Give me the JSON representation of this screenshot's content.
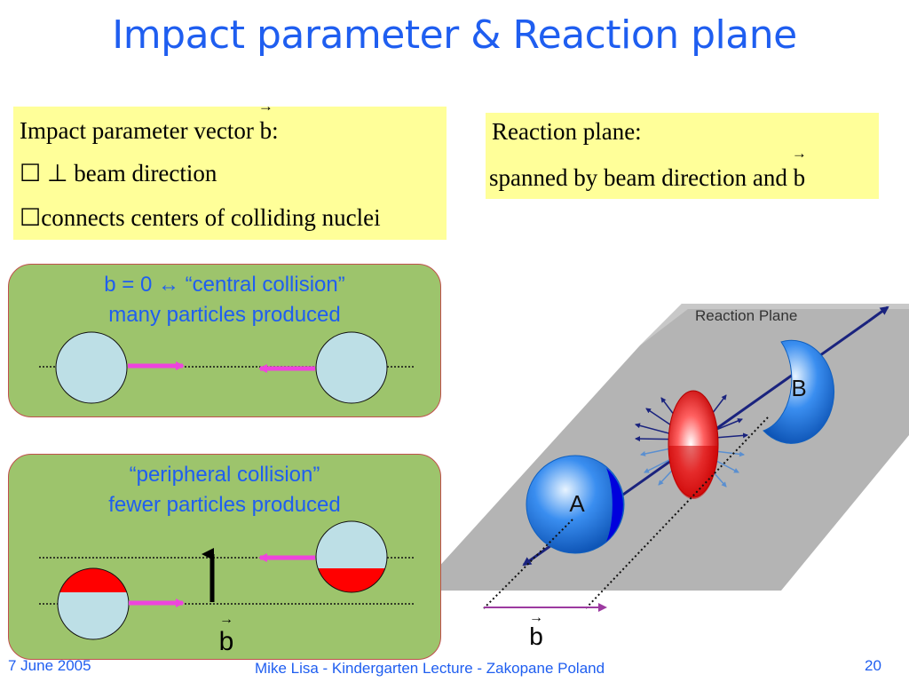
{
  "slide": {
    "title": "Impact parameter & Reaction plane"
  },
  "impact_box": {
    "line1_prefix": "Impact parameter vector ",
    "line1_vec": "b",
    "line1_suffix": ":",
    "line2": "☐ ⊥  beam direction",
    "line3": "☐connects centers of colliding nuclei"
  },
  "reaction_box": {
    "line1": "Reaction plane:",
    "line2_prefix": "spanned by beam direction and ",
    "line2_vec": "b"
  },
  "central_panel": {
    "line1": "b = 0 ↔ “central collision”",
    "line2": "many particles produced"
  },
  "peripheral_panel": {
    "line1": "“peripheral collision”",
    "line2": "fewer particles produced",
    "vector_label": "b"
  },
  "diagram": {
    "plane_label": "Reaction Plane",
    "nucleus_a": "A",
    "nucleus_b": "B",
    "vector_label": "b"
  },
  "footer": {
    "date": "7 June 2005",
    "center": "Mike Lisa - Kindergarten Lecture - Zakopane Poland",
    "page": "20"
  },
  "colors": {
    "title_blue": "#1f5ef0",
    "yellow_box": "#ffff99",
    "green_panel": "#9dc46c",
    "nucleus_fill": "#bddfe6",
    "overlap_red": "#ff0000",
    "arrow_magenta": "#ee44dd"
  }
}
